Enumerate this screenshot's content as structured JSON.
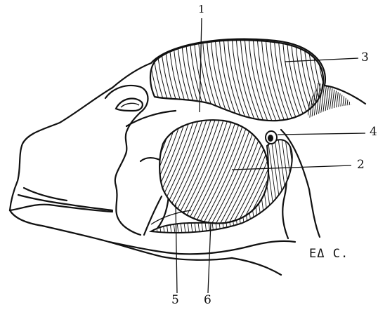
{
  "figure": {
    "labels": {
      "l1": "1",
      "l2": "2",
      "l3": "3",
      "l4": "4",
      "l5": "5",
      "l6": "6"
    },
    "signature": "EΔ C."
  },
  "colors": {
    "ink": "#111111",
    "background": "#ffffff"
  }
}
